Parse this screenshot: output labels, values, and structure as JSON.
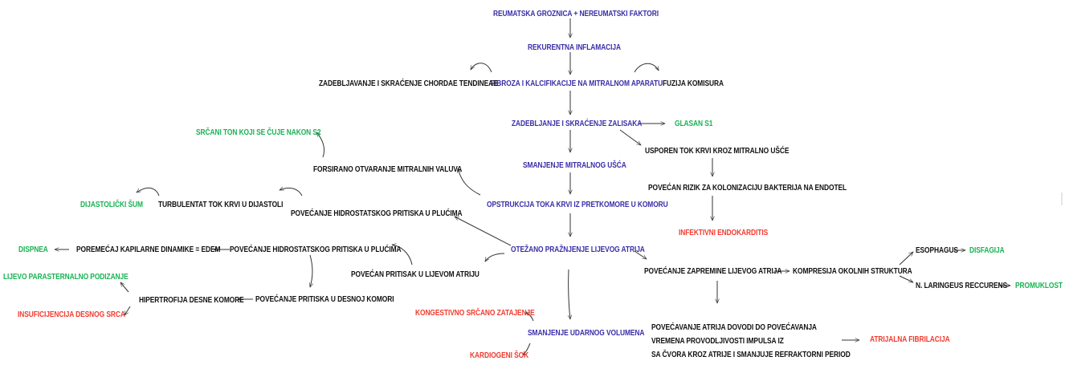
{
  "colors": {
    "blue": "#3a2ea8",
    "black": "#111111",
    "green": "#17b352",
    "red": "#f23a2e"
  },
  "nodes": {
    "reumatska": "REUMATSKA GROZNICA  + NEREUMATSKI FAKTORI",
    "rekurentna": "REKURENTNA INFLAMACIJA",
    "fibroza": "FIBROZA I KALCIFIKACIJE NA MITRALNOM APARATU",
    "chordae": "ZADEBLJAVANJE I SKRAĆENJE CHORDAE TENDINEAE",
    "fuzija": "FUZIJA KOMISURA",
    "zadebljanje": "ZADEBLJANJE I SKRAĆENJE ZALISAKA",
    "glasan": "GLASAN S1",
    "ton": "SRČANI TON KOJI SE ČUJE NAKON S2",
    "usporen": "USPOREN TOK KRVI KROZ MITRALNO UŠĆE",
    "forsirano": "FORSIRANO OTVARANJE MITRALNIH VALUVA",
    "smanjenje_usca": "SMANJENJE MITRALNOG UŠĆA",
    "rizik": "POVEĆAN RIZIK ZA KOLONIZACIJU BAKTERIJA NA ENDOTEL",
    "dijastolicki": "DIJASTOLIČKI ŠUM",
    "turbulentan": "TURBULENTAT TOK KRVI U DIJASTOLI",
    "hidro1": "POVEĆANJE HIDROSTATSKOG PRITISKA U PLUĆIMA",
    "opstrukcija": "OPSTRUKCIJA TOKA KRVI IZ PRETKOMORE U KOMORU",
    "infektivni": "INFEKTIVNI ENDOKARDITIS",
    "dispnea": "DISPNEA",
    "poremecaj": "POREMEĆAJ KAPILARNE DINAMIKE = EDEM",
    "hidro2": "POVEĆANJE HIDROSTATSKOG PRITISKA U PLUĆIMA",
    "otezano": "OTEŽANO PRAŽNJENJE LIJEVOG ATRIJA",
    "esophagus": "ESOPHAGUS",
    "disfagija": "DISFAGIJA",
    "pritisak": "POVEĆAN PRITISAK U LIJEVOM ATRIJU",
    "zapremine": "POVEĆANJE ZAPREMINE LIJEVOG ATRIJA",
    "kompresija": "KOMPRESIJA OKOLNIH STRUKTURA",
    "parasternalno": "LIJEVO PARASTERNALNO PODIZANJE",
    "hipertrofija": "HIPERTROFIJA DESNE KOMORE",
    "pritiska_komori": "POVEĆANJE PRITISKA U DESNOJ KOMORI",
    "laringeus": "N. LARINGEUS RECCURENS",
    "promuklost": "PROMUKLOST",
    "insuficijencija": "INSUFICIJENCIJA DESNOG SRCA",
    "kongestivno": "KONGESTIVNO SRČANO ZATAJENJE",
    "udarnog": "SMANJENJE UDARNOG VOLUMENA",
    "atrija1": "POVEĆAVANJE ATRIJA DOVODI DO POVEĆAVANJA",
    "atrija2": "VREMENA PROVODLJIVOSTI IMPULSA IZ",
    "atrija3": "SA ČVORA KROZ ATRIJE I SMANJUJE REFRAKTORNI PERIOD",
    "fibrilacija": "ATRIJALNA FIBRILACIJA",
    "kardiogeni": "KARDIOGENI ŠOK"
  }
}
